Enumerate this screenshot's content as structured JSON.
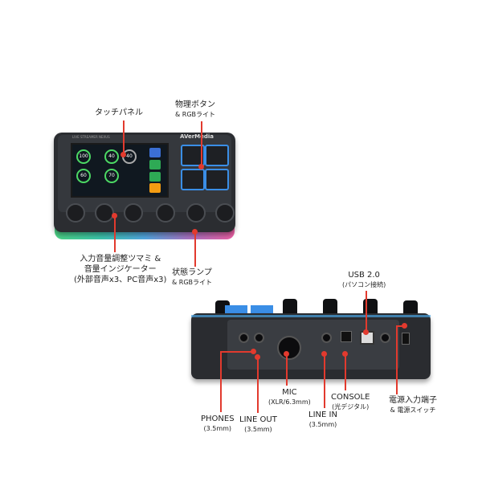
{
  "brand": "AVerMedia",
  "device_name": "LIVE STREAMER NEXUS",
  "labels": {
    "touch_panel": "タッチパネル",
    "physical_buttons": "物理ボタン",
    "physical_buttons_sub": "& RGBライト",
    "knobs_line1": "入力音量調整ツマミ &",
    "knobs_line2": "音量インジケーター",
    "knobs_line3": "(外部音声x3、PC音声x3)",
    "status_lamp": "状態ランプ",
    "status_lamp_sub": "& RGBライト",
    "usb": "USB 2.0",
    "usb_sub": "(パソコン接続)",
    "power": "電源入力端子",
    "power_sub": "& 電源スイッチ",
    "mic": "MIC",
    "mic_sub": "(XLR/6.3mm)",
    "console": "CONSOLE",
    "console_sub": "(光デジタル)",
    "line_in": "LINE IN",
    "line_in_sub": "(3.5mm)",
    "phones": "PHONES",
    "phones_sub": "(3.5mm)",
    "line_out": "LINE OUT",
    "line_out_sub": "(3.5mm)"
  },
  "screen_values": [
    "100",
    "40",
    "40",
    "60",
    "70"
  ],
  "colors": {
    "accent_red": "#e23a2e",
    "pad_blue": "#3a8ee6"
  }
}
